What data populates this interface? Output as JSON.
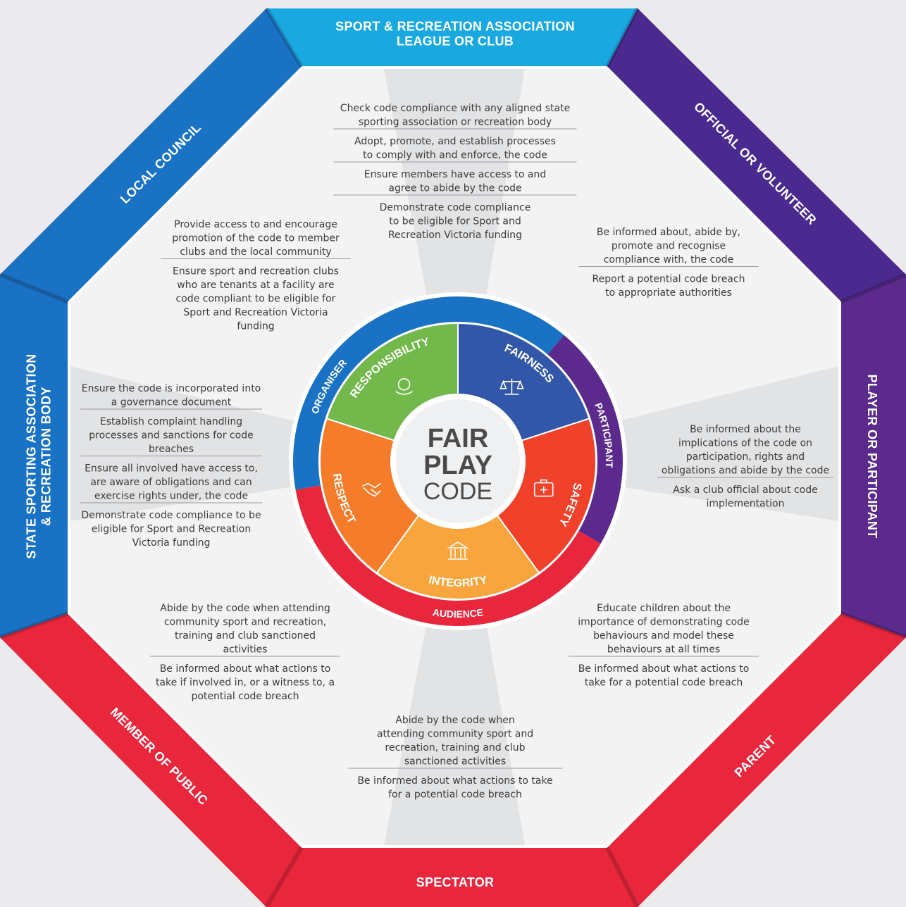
{
  "center": {
    "line1": "FAIR",
    "line2": "PLAY",
    "line3": "CODE"
  },
  "audience_groups": [
    {
      "label": "ORGANISER",
      "color": "#1a72c4"
    },
    {
      "label": "PARTICIPANT",
      "color": "#5b2a8c"
    },
    {
      "label": "AUDIENCE",
      "color": "#e8273c"
    }
  ],
  "values": [
    {
      "label": "RESPONSIBILITY",
      "icon": "globe-in-hand-icon",
      "color": "#72b84a"
    },
    {
      "label": "FAIRNESS",
      "icon": "scales-icon",
      "color": "#3357a8"
    },
    {
      "label": "SAFETY",
      "icon": "first-aid-kit-icon",
      "color": "#f0412a"
    },
    {
      "label": "INTEGRITY",
      "icon": "courthouse-icon",
      "color": "#f7a53c"
    },
    {
      "label": "RESPECT",
      "icon": "handshake-icon",
      "color": "#f47c2a"
    }
  ],
  "roles": [
    {
      "id": "sport-association",
      "label_lines": [
        "SPORT & RECREATION ASSOCIATION",
        "LEAGUE OR CLUB"
      ],
      "color": "#1aa8e0",
      "items": [
        [
          "Check code compliance with any aligned state",
          "sporting association or recreation body"
        ],
        [
          "Adopt, promote, and establish processes",
          "to comply with and  enforce, the code"
        ],
        [
          "Ensure members have access to and",
          "agree to abide by the code"
        ],
        [
          "Demonstrate code compliance",
          "to be eligible for Sport and",
          "Recreation Victoria funding"
        ]
      ]
    },
    {
      "id": "official-volunteer",
      "label_lines": [
        "OFFICIAL OR VOLUNTEER"
      ],
      "color": "#4b2a8f",
      "items": [
        [
          "Be informed about, abide by,",
          "promote and recognise",
          "compliance with, the code"
        ],
        [
          "Report a potential code breach",
          "to appropriate authorities"
        ]
      ]
    },
    {
      "id": "player-participant",
      "label_lines": [
        "PLAYER OR PARTICIPANT"
      ],
      "color": "#5b2a8c",
      "items": [
        [
          "Be informed about the",
          "implications of the code on",
          "participation, rights and",
          "obligations and abide by the code"
        ],
        [
          "Ask a club official about code",
          "implementation"
        ]
      ]
    },
    {
      "id": "parent",
      "label_lines": [
        "PARENT"
      ],
      "color": "#e8273c",
      "items": [
        [
          "Educate children about the",
          "importance of demonstrating code",
          "behaviours and model these",
          "behaviours at all times"
        ],
        [
          "Be informed about what actions to",
          "take for a potential code breach"
        ]
      ]
    },
    {
      "id": "spectator",
      "label_lines": [
        "SPECTATOR"
      ],
      "color": "#e8273c",
      "items": [
        [
          "Abide by the code when",
          "attending community sport and",
          "recreation, training and club",
          "sanctioned activities"
        ],
        [
          "Be informed about what actions to take",
          "for a potential code breach"
        ]
      ]
    },
    {
      "id": "member-of-public",
      "label_lines": [
        "MEMBER OF PUBLIC"
      ],
      "color": "#e8273c",
      "items": [
        [
          "Abide by the code when attending",
          "community sport and recreation,",
          "training and club sanctioned",
          "activities"
        ],
        [
          "Be informed about what actions to",
          "take if involved in, or a witness to, a",
          "potential code breach"
        ]
      ]
    },
    {
      "id": "state-sporting",
      "label_lines": [
        "STATE SPORTING ASSOCIATION",
        "& RECREATION BODY"
      ],
      "color": "#1a72c4",
      "items": [
        [
          "Ensure the code is incorporated into",
          "a governance  document"
        ],
        [
          "Establish complaint handling",
          "processes and sanctions for code",
          "breaches"
        ],
        [
          "Ensure all involved have access to,",
          "are aware of obligations and can",
          "exercise rights under, the code"
        ],
        [
          "Demonstrate code compliance to be",
          "eligible for Sport and Recreation",
          "Victoria funding"
        ]
      ]
    },
    {
      "id": "local-council",
      "label_lines": [
        "LOCAL COUNCIL"
      ],
      "color": "#1a72c4",
      "items": [
        [
          "Provide access to and encourage",
          "promotion of the code to member",
          "clubs and the local community"
        ],
        [
          "Ensure sport and recreation clubs",
          "who are tenants at a facility are",
          "code compliant to be eligible for",
          "Sport and Recreation Victoria",
          "funding"
        ]
      ]
    }
  ]
}
